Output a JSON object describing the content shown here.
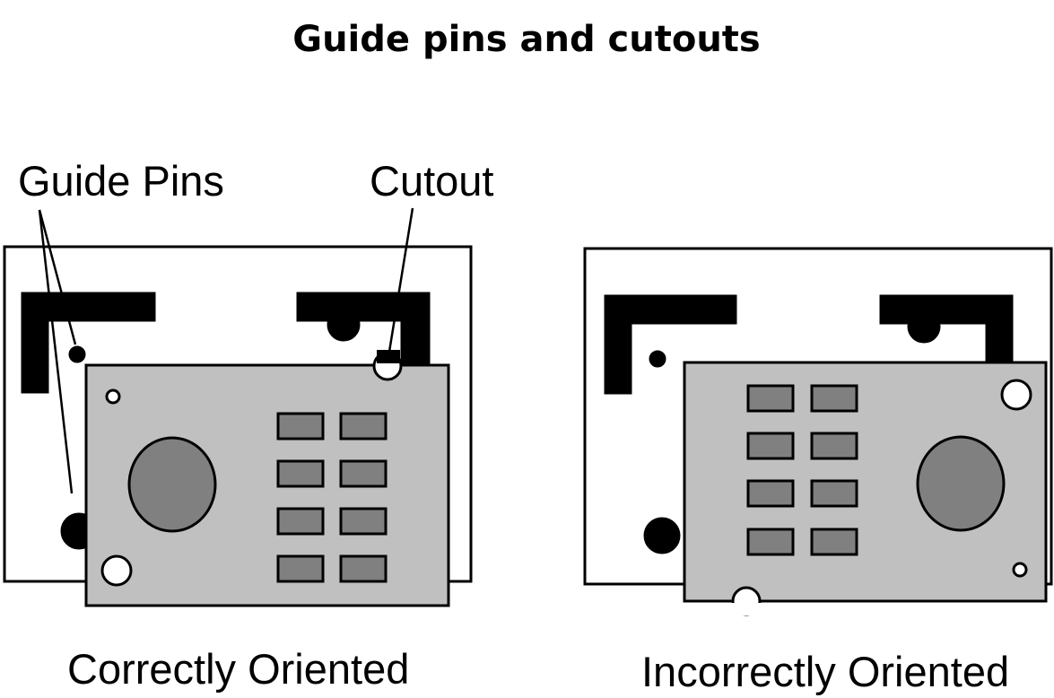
{
  "title": "Guide pins and cutouts",
  "labels": {
    "guide_pins": "Guide Pins",
    "cutout": "Cutout",
    "correct": "Correctly Oriented",
    "incorrect": "Incorrectly Oriented"
  },
  "colors": {
    "card": "#c0c0c0",
    "component": "#808080",
    "pin": "#000000",
    "hole": "#ffffff"
  }
}
